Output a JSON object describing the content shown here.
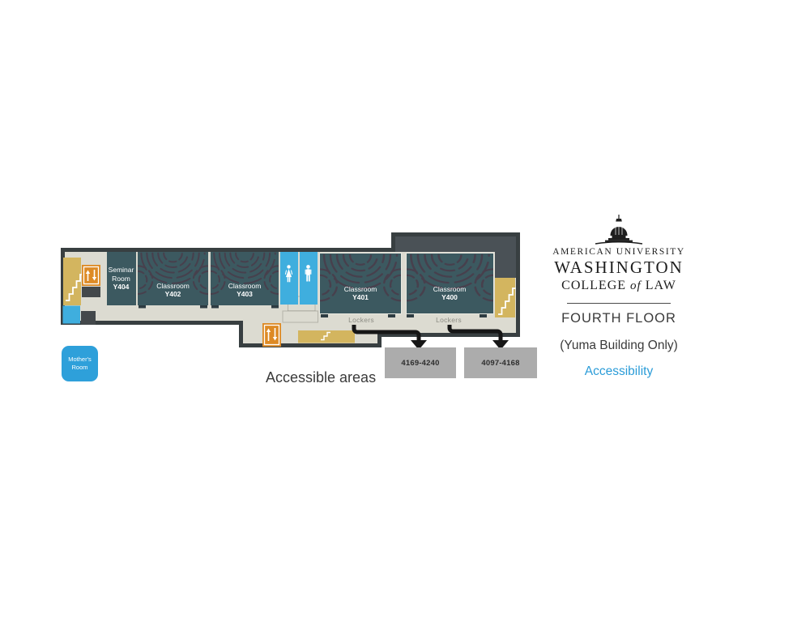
{
  "plan": {
    "rooms": [
      {
        "name": "Seminar Room",
        "number": "Y404"
      },
      {
        "name": "Classroom",
        "number": "Y402"
      },
      {
        "name": "Classroom",
        "number": "Y403"
      },
      {
        "name": "Classroom",
        "number": "Y401"
      },
      {
        "name": "Classroom",
        "number": "Y400"
      }
    ],
    "locker_labels": [
      {
        "label": "Lockers"
      },
      {
        "label": "Lockers"
      }
    ],
    "locker_ranges": [
      {
        "range": "4169-4240"
      },
      {
        "range": "4097-4168"
      }
    ],
    "mothers_room": {
      "line1": "Mother's",
      "line2": "Room"
    },
    "legend": {
      "accessible_areas": "Accessible areas"
    }
  },
  "sidebar": {
    "university": "AMERICAN UNIVERSITY",
    "school": "WASHINGTON",
    "college_pre": "COLLEGE",
    "college_of": "of",
    "college_post": "LAW",
    "floor": "FOURTH FLOOR",
    "building": "(Yuma Building Only)",
    "accessibility_link": "Accessibility"
  },
  "colors": {
    "accessible_blue": "#3FAEDE",
    "mothers_room_blue": "#2EA0DA",
    "link_blue": "#2B9CD8",
    "room_teal": "#3C5960",
    "seating_arc": "#4A3C4A",
    "stairs_tan": "#D3B55F",
    "elevator_orange": "#DD8A25",
    "floor_beige": "#DCDBD1",
    "outline_dark": "#383F41",
    "roof_gray": "#4A5156",
    "locker_box_gray": "#ACACAC"
  }
}
